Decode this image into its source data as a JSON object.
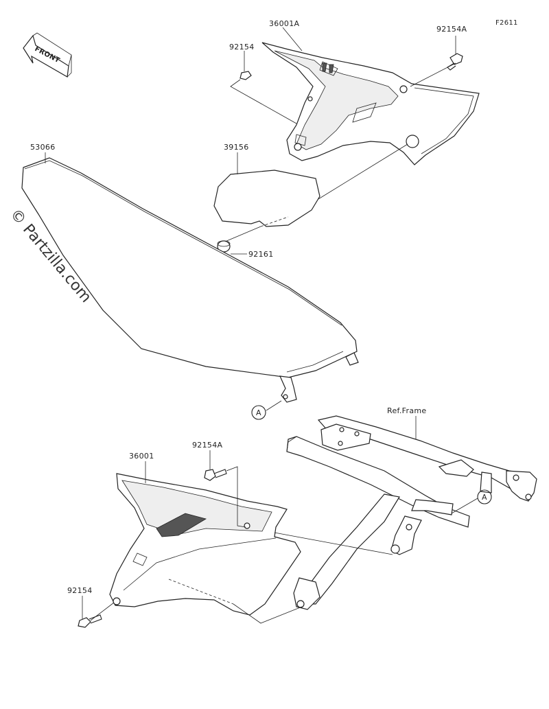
{
  "figure": {
    "id": "F2611"
  },
  "front_marker": {
    "text": "FRONT"
  },
  "watermark": {
    "text": "© Partzilla.com"
  },
  "ref_frame": {
    "text": "Ref.Frame"
  },
  "callout": {
    "letter": "A"
  },
  "parts": [
    {
      "number": "36001A"
    },
    {
      "number": "92154A"
    },
    {
      "number": "92154"
    },
    {
      "number": "39156"
    },
    {
      "number": "53066"
    },
    {
      "number": "92161"
    },
    {
      "number": "36001"
    },
    {
      "number": "92154A"
    },
    {
      "number": "92154"
    }
  ]
}
